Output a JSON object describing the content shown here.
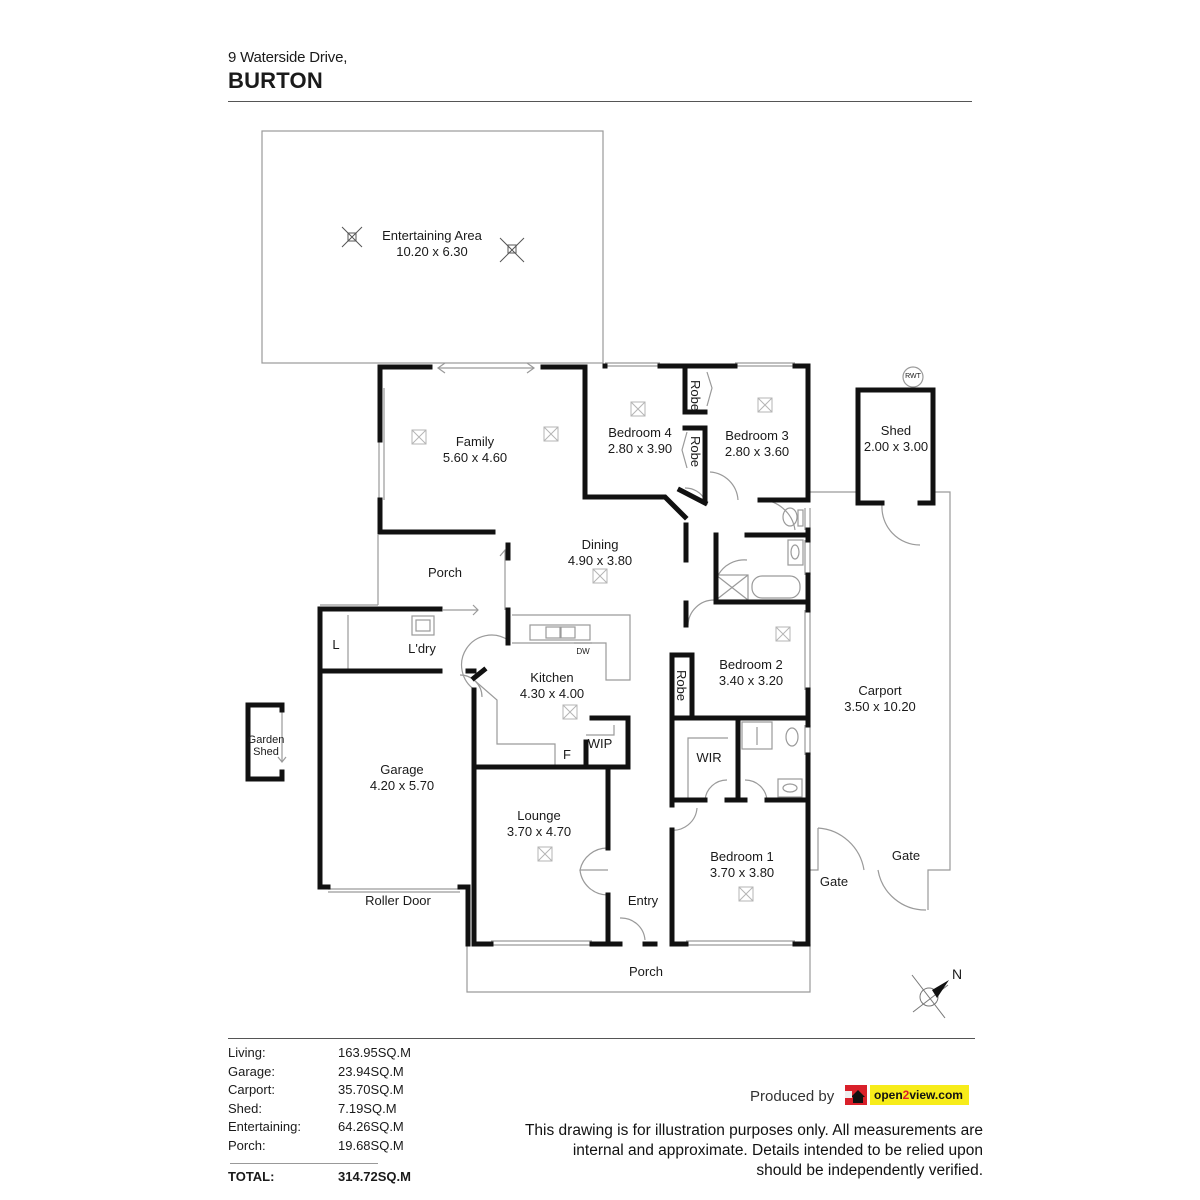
{
  "header": {
    "address_line": "9 Waterside Drive,",
    "suburb": "BURTON"
  },
  "rooms": {
    "entertaining": {
      "name": "Entertaining Area",
      "dims": "10.20 x 6.30"
    },
    "family": {
      "name": "Family",
      "dims": "5.60 x 4.60"
    },
    "bedroom4": {
      "name": "Bedroom 4",
      "dims": "2.80 x 3.90"
    },
    "bedroom3": {
      "name": "Bedroom 3",
      "dims": "2.80 x 3.60"
    },
    "robe_b4": {
      "name": "Robe"
    },
    "robe_b3": {
      "name": "Robe"
    },
    "shed": {
      "name": "Shed",
      "dims": "2.00 x 3.00"
    },
    "rwt": {
      "name": "RWT"
    },
    "dining": {
      "name": "Dining",
      "dims": "4.90 x 3.80"
    },
    "porch_side": {
      "name": "Porch"
    },
    "laundry": {
      "name": "L'dry"
    },
    "linen": {
      "name": "L"
    },
    "kitchen": {
      "name": "Kitchen",
      "dims": "4.30 x 4.00"
    },
    "dw": {
      "name": "DW"
    },
    "fridge": {
      "name": "F"
    },
    "wip": {
      "name": "WIP"
    },
    "bedroom2": {
      "name": "Bedroom 2",
      "dims": "3.40 x 3.20"
    },
    "robe_b2": {
      "name": "Robe"
    },
    "carport": {
      "name": "Carport",
      "dims": "3.50 x 10.20"
    },
    "garden_shed": {
      "name_line1": "Garden",
      "name_line2": "Shed"
    },
    "garage": {
      "name": "Garage",
      "dims": "4.20 x 5.70"
    },
    "roller_door": {
      "name": "Roller Door"
    },
    "wir": {
      "name": "WIR"
    },
    "lounge": {
      "name": "Lounge",
      "dims": "3.70 x 4.70"
    },
    "bedroom1": {
      "name": "Bedroom 1",
      "dims": "3.70 x 3.80"
    },
    "entry": {
      "name": "Entry"
    },
    "porch_front": {
      "name": "Porch"
    },
    "gate_inner": {
      "name": "Gate"
    },
    "gate_outer": {
      "name": "Gate"
    }
  },
  "compass": {
    "label": "N"
  },
  "areas": [
    {
      "label": "Living:",
      "value": "163.95SQ.M"
    },
    {
      "label": "Garage:",
      "value": "23.94SQ.M"
    },
    {
      "label": "Carport:",
      "value": "35.70SQ.M"
    },
    {
      "label": "Shed:",
      "value": "7.19SQ.M"
    },
    {
      "label": "Entertaining:",
      "value": "64.26SQ.M"
    },
    {
      "label": "Porch:",
      "value": "19.68SQ.M"
    }
  ],
  "total": {
    "label": "TOTAL:",
    "value": "314.72SQ.M"
  },
  "footer": {
    "produced_by": "Produced by",
    "logo_text_a": "open",
    "logo_text_2": "2",
    "logo_text_b": "view.com",
    "disclaimer": "This drawing is for illustration purposes only. All measurements are internal and approximate. Details intended to be relied upon should be independently verified."
  },
  "colors": {
    "wall": "#111111",
    "thin_line": "#9a9a9a",
    "logo_red": "#d9202a",
    "logo_yellow": "#f7ec1a"
  }
}
